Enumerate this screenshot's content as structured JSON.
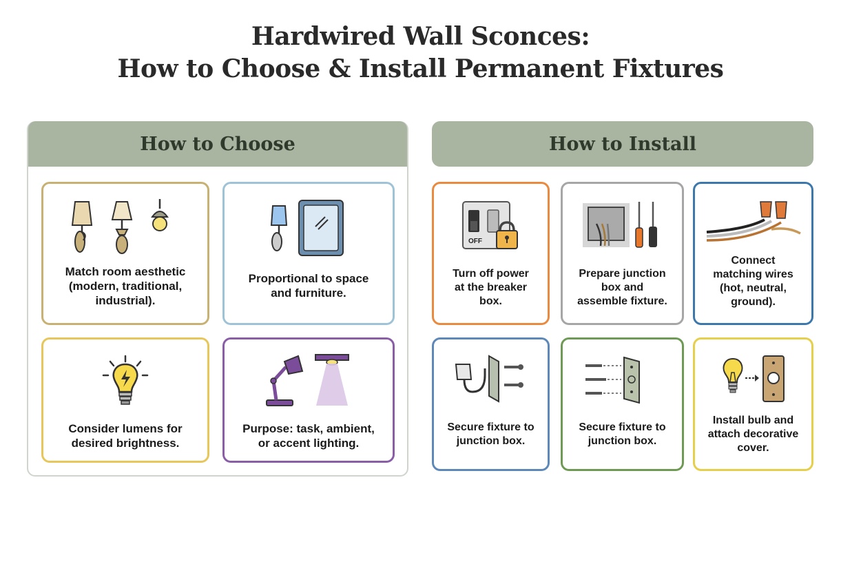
{
  "title": {
    "line1": "Hardwired Wall Sconces:",
    "line2": "How to Choose & Install Permanent Fixtures"
  },
  "choose": {
    "header": "How to Choose",
    "cards": [
      {
        "label": "Match room aesthetic\n(modern, traditional,\nindustrial).",
        "icon": "sconce-styles-icon",
        "border": "#c9b173"
      },
      {
        "label": "Proportional to space\nand furniture.",
        "icon": "sconce-mirror-icon",
        "border": "#9fc3d6"
      },
      {
        "label": "Consider lumens for\ndesired brightness.",
        "icon": "lightbulb-icon",
        "border": "#e7c65a"
      },
      {
        "label": "Purpose: task, ambient,\nor accent lighting.",
        "icon": "desk-lamp-icon",
        "border": "#8a5ea6"
      }
    ]
  },
  "install": {
    "header": "How to Install",
    "cards": [
      {
        "label": "Turn off power\nat the breaker\nbox.",
        "icon": "breaker-lock-icon",
        "border": "#e98a3f",
        "switch_text": "OFF"
      },
      {
        "label": "Prepare junction\nbox and\nassemble fixture.",
        "icon": "junction-box-tools-icon",
        "border": "#a6a6a6"
      },
      {
        "label": "Connect\nmatching wires\n(hot, neutral,\nground).",
        "icon": "wire-nuts-icon",
        "border": "#3d78ad"
      },
      {
        "label": "Secure fixture to\njunction box.",
        "icon": "fixture-mount-icon",
        "border": "#5d88b8"
      },
      {
        "label": "Secure fixture to\njunction box.",
        "icon": "mounting-plate-screws-icon",
        "border": "#6f9a55"
      },
      {
        "label": "Install bulb and\nattach decorative\ncover.",
        "icon": "bulb-cover-icon",
        "border": "#e5cf4b"
      }
    ]
  }
}
